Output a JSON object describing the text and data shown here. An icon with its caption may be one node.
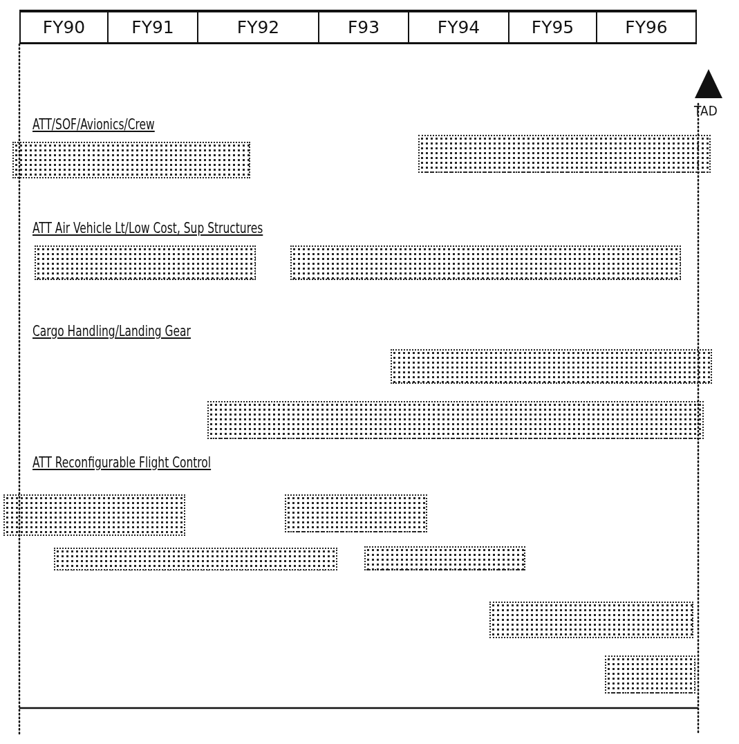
{
  "diagram": {
    "nodes": [
      {
        "text": [],
        "shape": "bar"
      },
      {
        "text": [],
        "shape": "bar"
      },
      {
        "text": [],
        "shape": "bar"
      },
      {
        "text": [],
        "shape": "bar"
      },
      {
        "text": [],
        "shape": "bar"
      },
      {
        "text": [],
        "shape": "bar"
      },
      {
        "text": [],
        "shape": "bar"
      },
      {
        "text": [],
        "shape": "bar"
      },
      {
        "text": [],
        "shape": "bar"
      },
      {
        "text": [],
        "shape": "bar"
      },
      {
        "text": [],
        "shape": "bar"
      },
      {
        "text": [],
        "shape": "bar"
      }
    ],
    "labels": [
      "FY90",
      "FY91",
      "FY92",
      "F93",
      "FY94",
      "FY95",
      "FY96",
      "TAD",
      "ATT/SOF/Avionics/Crew",
      "ATT Air Vehicle Lt/Low Cost, Sup Structures",
      "Cargo Handling/Landing Gear",
      "ATT Reconfigurable Flight Control"
    ]
  }
}
